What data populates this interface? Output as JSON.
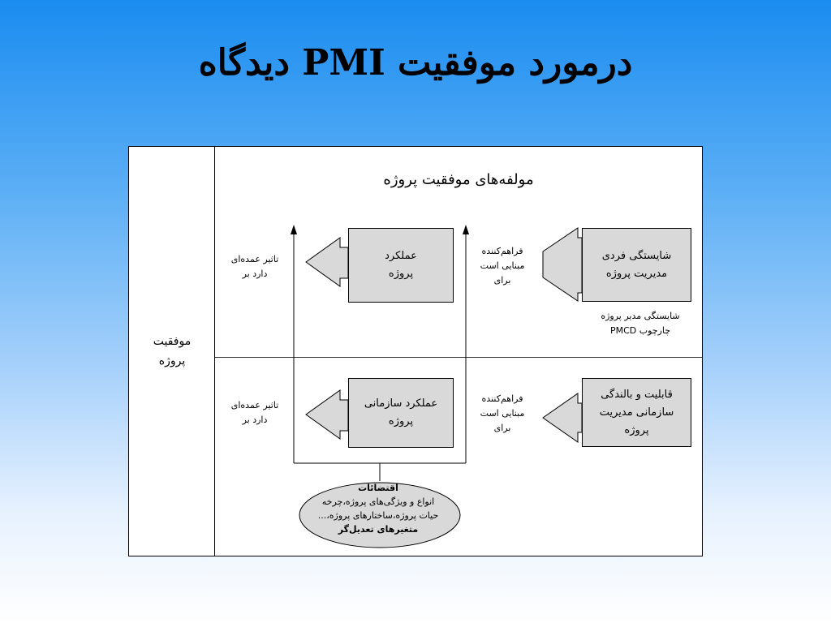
{
  "slide": {
    "title": "دیدگاه PMI درمورد موفقیت"
  },
  "diagram": {
    "header": "مولفه‌های موفقیت پروژه",
    "left_label_line1": "موفقیت",
    "left_label_line2": "پروژه",
    "top_row": {
      "competence_line1": "شایستگی فردی",
      "competence_line2": "مدیریت پروژه",
      "provides_line1": "فراهم‌کننده",
      "provides_line2": "مبنایی است",
      "provides_line3": "برای",
      "performance_line1": "عملکرد",
      "performance_line2": "پروژه",
      "impact_line1": "تاثیر عمده‌ای",
      "impact_line2": "دارد بر",
      "framework_line1": "شایستگی مدیر پروژه",
      "framework_line2": "چارچوب PMCD"
    },
    "bottom_row": {
      "capability_line1": "قابلیت و بالندگی",
      "capability_line2": "سازمانی مدیریت",
      "capability_line3": "پروژه",
      "provides_line1": "فراهم‌کننده",
      "provides_line2": "مبنایی است",
      "provides_line3": "برای",
      "performance_line1": "عملکرد سازمانی",
      "performance_line2": "پروژه",
      "impact_line1": "تاثیر عمده‌ای",
      "impact_line2": "دارد بر"
    },
    "ellipse": {
      "title": "اقتضائات",
      "line1": "انواع و ویژگی‌های پروژه،چرخه",
      "line2": "حیات پروژه،ساختارهای پروژه،...",
      "footer": "متغیرهای تعدیل‌گر"
    }
  }
}
